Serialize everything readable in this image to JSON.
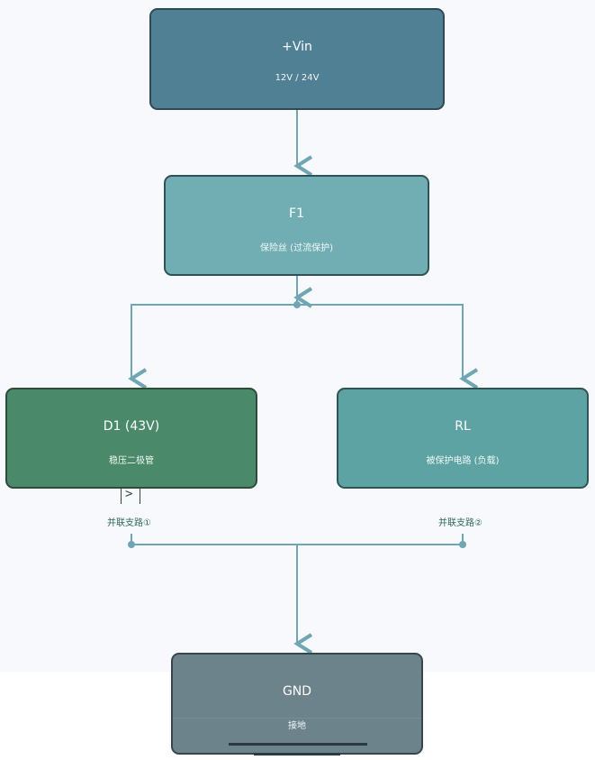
{
  "nodes": {
    "vin": {
      "title": "+Vin",
      "subtitle": "12V / 24V"
    },
    "f1": {
      "title": "F1",
      "subtitle": "保险丝 (过流保护)"
    },
    "d1": {
      "title": "D1 (43V)",
      "subtitle": "稳压二极管"
    },
    "rl": {
      "title": "RL",
      "subtitle": "被保护电路 (负载)"
    },
    "gnd": {
      "title": "GND",
      "subtitle": "接地"
    }
  },
  "branches": {
    "branch1": "并联支路①",
    "branch2": "并联支路②"
  },
  "diode_symbol": ">",
  "colors": {
    "wire": "#6fa6b3",
    "vin": "#4f8094",
    "f1": "#70aeb4",
    "d1": "#4a8a6b",
    "rl": "#5ea3a3",
    "gnd": "#6c838c"
  }
}
